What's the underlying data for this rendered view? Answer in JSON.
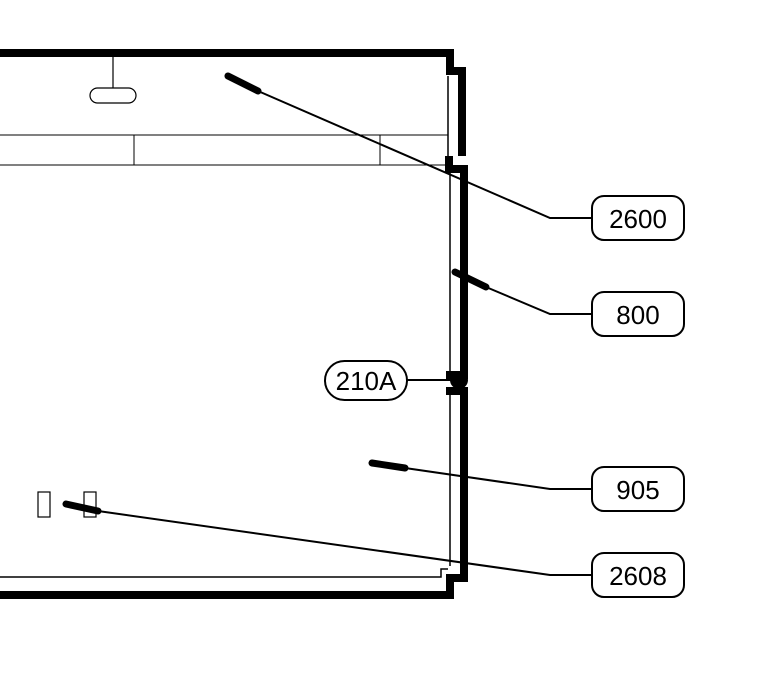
{
  "drawing": {
    "ink_color": "#000000",
    "paper_color": "#ffffff",
    "callouts": [
      {
        "id": "2600",
        "label": "2600"
      },
      {
        "id": "800",
        "label": "800"
      },
      {
        "id": "905",
        "label": "905"
      },
      {
        "id": "2608",
        "label": "2608"
      }
    ],
    "door_tag": {
      "label": "210A"
    }
  }
}
